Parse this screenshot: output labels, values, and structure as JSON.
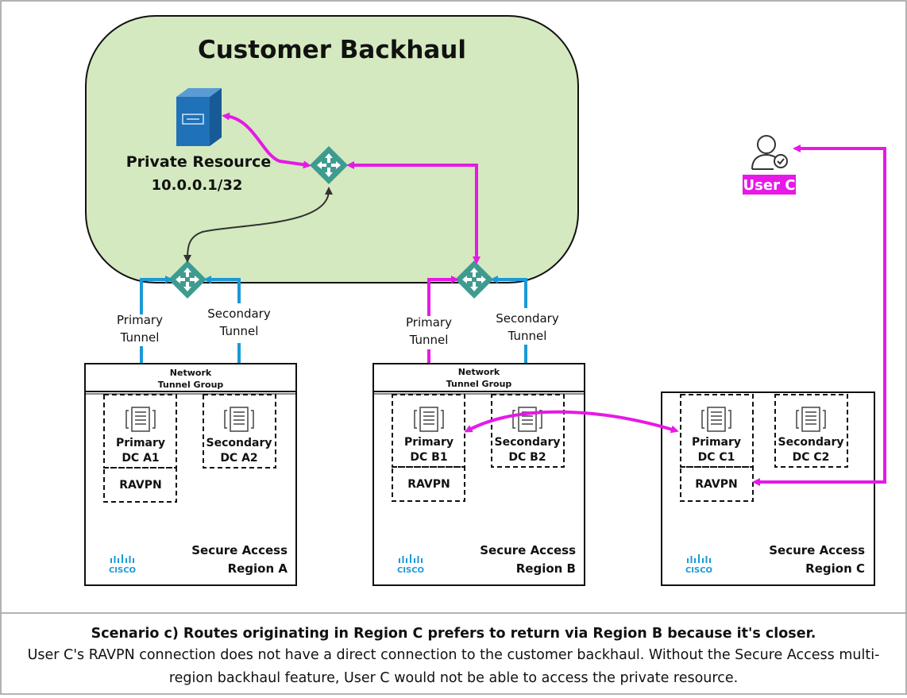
{
  "backhaul": {
    "title": "Customer Backhaul"
  },
  "private_resource": {
    "label": "Private Resource",
    "ip": "10.0.0.1/32"
  },
  "user": {
    "label": "User C"
  },
  "tunnels": {
    "primary": [
      "Primary",
      "Tunnel"
    ],
    "secondary": [
      "Secondary",
      "Tunnel"
    ]
  },
  "ntg_label": [
    "Network",
    "Tunnel Group"
  ],
  "regions": [
    {
      "id": "a",
      "dcs": [
        [
          "Primary",
          "DC A1"
        ],
        [
          "Secondary",
          "DC A2"
        ]
      ],
      "ravpn": "RAVPN",
      "brand": "CISCO",
      "name": [
        "Secure Access",
        "Region A"
      ]
    },
    {
      "id": "b",
      "dcs": [
        [
          "Primary",
          "DC B1"
        ],
        [
          "Secondary",
          "DC B2"
        ]
      ],
      "ravpn": "RAVPN",
      "brand": "CISCO",
      "name": [
        "Secure Access",
        "Region B"
      ]
    },
    {
      "id": "c",
      "dcs": [
        [
          "Primary",
          "DC C1"
        ],
        [
          "Secondary",
          "DC C2"
        ]
      ],
      "ravpn": "RAVPN",
      "brand": "CISCO",
      "name": [
        "Secure Access",
        "Region C"
      ]
    }
  ],
  "caption": {
    "heading": "Scenario c) Routes originating in Region C prefers to return via Region B because it's closer.",
    "body": "User C's RAVPN connection does not have a direct connection to the customer backhaul. Without the Secure Access multi-region backhaul feature, User C would not be able to access the private resource."
  },
  "colors": {
    "backhaul_fill": "#d4e9bf",
    "magenta": "#e619e6",
    "blue": "#1a9ad6",
    "dark": "#333333",
    "router": "#3f9b8f",
    "server": "#1f72b8"
  }
}
